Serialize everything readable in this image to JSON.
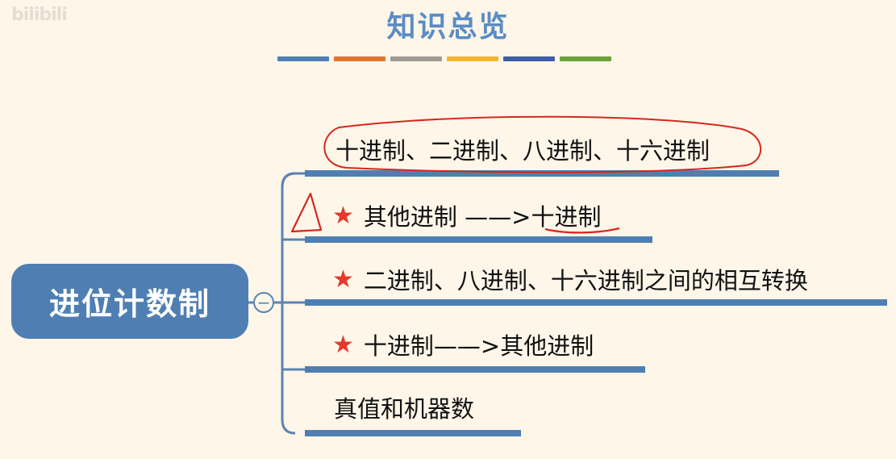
{
  "watermark": "bilibili",
  "title": "知识总览",
  "color_bars": [
    "#4f7fb2",
    "#e2762f",
    "#a19992",
    "#f3b431",
    "#3f5ea7",
    "#6aa23a"
  ],
  "root": {
    "label": "进位计数制",
    "collapse_symbol": "−"
  },
  "branches": [
    {
      "label": "十进制、二进制、八进制、十六进制",
      "starred": false,
      "star": ""
    },
    {
      "label_before": "其他进制 ——>",
      "label_underlined": "十进制",
      "starred": true,
      "star": "★"
    },
    {
      "label": "二进制、八进制、十六进制之间的相互转换",
      "starred": true,
      "star": "★"
    },
    {
      "label": "十进制——>其他进制",
      "starred": true,
      "star": "★"
    },
    {
      "label": "真值和机器数",
      "starred": false,
      "star": ""
    }
  ],
  "colors": {
    "background": "#fdf6e9",
    "title": "#5b8cc4",
    "node": "#4f7fb2",
    "connector": "#5a84b3",
    "star": "#e6382c",
    "annotation": "#d8261c"
  }
}
